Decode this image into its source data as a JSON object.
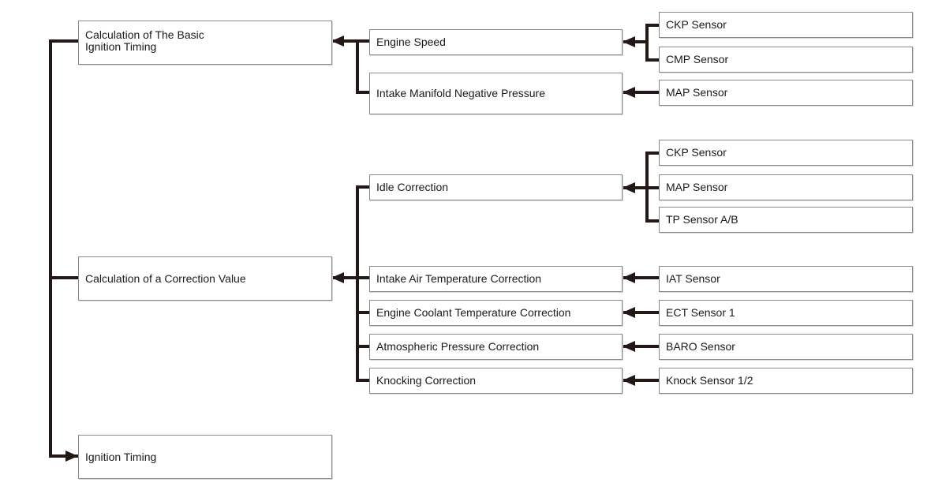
{
  "diagram": {
    "results": {
      "basic_timing": "Calculation of The Basic\nIgnition Timing",
      "correction_value": "Calculation of a Correction Value",
      "ignition_timing": "Ignition Timing"
    },
    "basic_inputs": {
      "engine_speed": "Engine Speed",
      "intake_manifold": "Intake Manifold Negative Pressure"
    },
    "corrections": {
      "idle": "Idle Correction",
      "intake_air_temp": "Intake Air Temperature Correction",
      "coolant_temp": "Engine Coolant Temperature Correction",
      "atmospheric": "Atmospheric Pressure Correction",
      "knocking": "Knocking Correction"
    },
    "sensors": {
      "ckp_1": "CKP Sensor",
      "cmp": "CMP Sensor",
      "map_1": "MAP Sensor",
      "ckp_2": "CKP Sensor",
      "map_2": "MAP Sensor",
      "tp": "TP Sensor A/B",
      "iat": "IAT Sensor",
      "ect": "ECT Sensor 1",
      "baro": "BARO Sensor",
      "knock": "Knock Sensor 1/2"
    }
  }
}
